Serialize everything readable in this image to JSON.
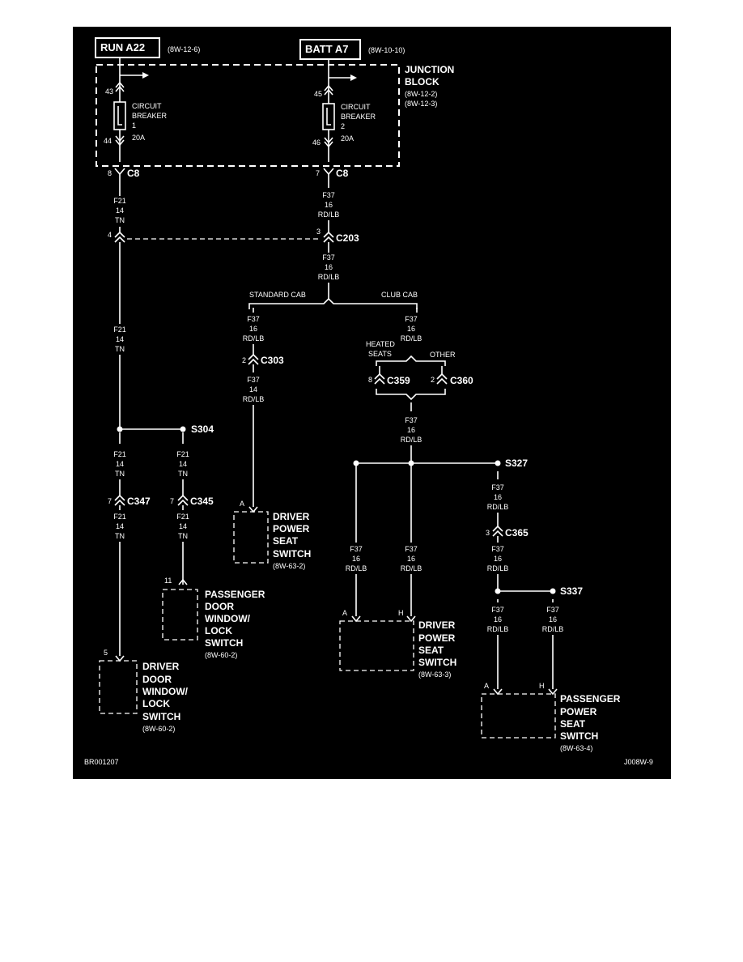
{
  "page": {
    "sheet_id": "BR001207",
    "figure_id": "J008W-9"
  },
  "header": {
    "run_label": "RUN A22",
    "run_ref": "(8W-12-6)",
    "batt_label": "BATT A7",
    "batt_ref": "(8W-10-10)"
  },
  "junction_block": {
    "title_1": "JUNCTION",
    "title_2": "BLOCK",
    "ref_1": "(8W-12-2)",
    "ref_2": "(8W-12-3)",
    "cb1": {
      "line1": "CIRCUIT",
      "line2": "BREAKER",
      "num": "1",
      "rating": "20A",
      "pin_in": "43",
      "pin_out": "44"
    },
    "cb2": {
      "line1": "CIRCUIT",
      "line2": "BREAKER",
      "num": "2",
      "rating": "20A",
      "pin_in": "45",
      "pin_out": "46"
    }
  },
  "connectors": {
    "c8": "C8",
    "c8_left_pin": "8",
    "c8_right_pin": "7",
    "c203": "C203",
    "c203_left_pin": "4",
    "c203_right_pin": "3",
    "c303": "C303",
    "c303_pin": "2",
    "c359": "C359",
    "c359_pin": "8",
    "c360": "C360",
    "c360_pin": "2",
    "c347": "C347",
    "c347_pin": "7",
    "c345": "C345",
    "c345_pin": "7",
    "c365": "C365",
    "c365_pin": "3"
  },
  "splices": {
    "s304": "S304",
    "s327": "S327",
    "s337": "S337"
  },
  "wires": {
    "f21": {
      "circuit": "F21",
      "gauge": "14",
      "color": "TN"
    },
    "f37_16": {
      "circuit": "F37",
      "gauge": "16",
      "color": "RD/LB"
    },
    "f37_14": {
      "circuit": "F37",
      "gauge": "14",
      "color": "RD/LB"
    }
  },
  "branches": {
    "standard_cab": "STANDARD CAB",
    "club_cab": "CLUB CAB",
    "heated_1": "HEATED",
    "heated_2": "SEATS",
    "other": "OTHER"
  },
  "components": {
    "driver_power_seat_switch_std": {
      "l1": "DRIVER",
      "l2": "POWER",
      "l3": "SEAT",
      "l4": "SWITCH",
      "ref": "(8W-63-2)",
      "pin": "A"
    },
    "passenger_door_switch": {
      "l1": "PASSENGER",
      "l2": "DOOR",
      "l3": "WINDOW/",
      "l4": "LOCK",
      "l5": "SWITCH",
      "ref": "(8W-60-2)",
      "pin": "11"
    },
    "driver_door_switch": {
      "l1": "DRIVER",
      "l2": "DOOR",
      "l3": "WINDOW/",
      "l4": "LOCK",
      "l5": "SWITCH",
      "ref": "(8W-60-2)",
      "pin": "5"
    },
    "driver_power_seat_switch_club": {
      "l1": "DRIVER",
      "l2": "POWER",
      "l3": "SEAT",
      "l4": "SWITCH",
      "ref": "(8W-63-3)",
      "pin_a": "A",
      "pin_h": "H"
    },
    "passenger_power_seat_switch": {
      "l1": "PASSENGER",
      "l2": "POWER",
      "l3": "SEAT",
      "l4": "SWITCH",
      "ref": "(8W-63-4)",
      "pin_a": "A",
      "pin_h": "H"
    }
  }
}
